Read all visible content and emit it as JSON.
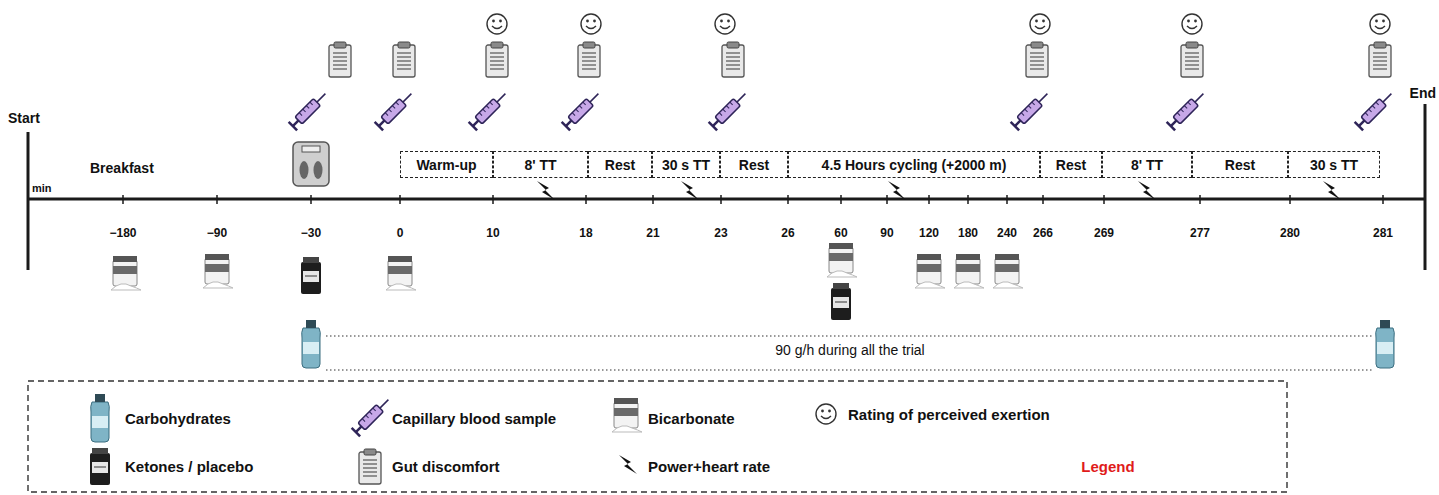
{
  "diagram": {
    "nodes": [
      {
        "text": [
          "Warm-up"
        ]
      },
      {
        "text": [
          "8' TT"
        ]
      },
      {
        "text": [
          "Rest"
        ]
      },
      {
        "text": [
          "30 s TT"
        ]
      },
      {
        "text": [
          "Rest"
        ]
      },
      {
        "text": [
          "4.5 Hours cycling (+2000 m)"
        ]
      },
      {
        "text": [
          "Rest"
        ]
      },
      {
        "text": [
          "8' TT"
        ]
      },
      {
        "text": [
          "Rest"
        ]
      },
      {
        "text": [
          "30 s TT"
        ]
      }
    ],
    "labels": [
      "Start",
      "End",
      "Breakfast",
      "min",
      "−180",
      "−90",
      "−30",
      "0",
      "10",
      "18",
      "21",
      "23",
      "26",
      "60",
      "90",
      "120",
      "180",
      "240",
      "266",
      "269",
      "277",
      "280",
      "281",
      "90 g/h during all the trial",
      "Legend"
    ],
    "legend": [
      {
        "text": "Carbohydrates"
      },
      {
        "text": "Capillary blood sample"
      },
      {
        "text": "Bicarbonate"
      },
      {
        "text": "Rating of perceived exertion"
      },
      {
        "text": "Ketones / placebo"
      },
      {
        "text": "Gut discomfort"
      },
      {
        "text": "Power+heart rate"
      }
    ]
  }
}
